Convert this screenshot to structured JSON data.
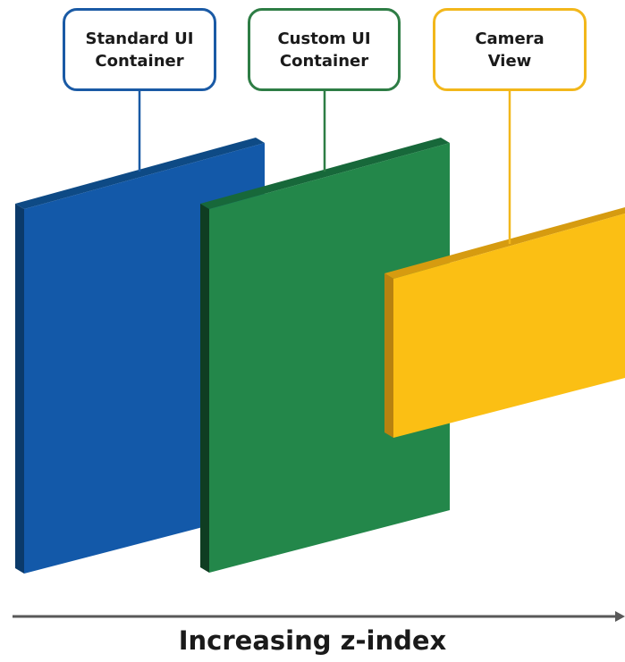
{
  "layers": [
    {
      "id": "standard",
      "label_line1": "Standard UI",
      "label_line2": "Container",
      "face_color": "#1359a9",
      "edge_color": "#0b3a6a",
      "top_color": "#0e4a85"
    },
    {
      "id": "custom",
      "label_line1": "Custom UI",
      "label_line2": "Container",
      "face_color": "#23874a",
      "edge_color": "#0f3d22",
      "top_color": "#17683a"
    },
    {
      "id": "camera",
      "label_line1": "Camera",
      "label_line2": "View",
      "face_color": "#fbbf14",
      "edge_color": "#b8820f",
      "top_color": "#d69b10"
    }
  ],
  "callout_colors": {
    "standard": "#1a5aa5",
    "custom": "#2e7d45",
    "camera": "#f2b71b"
  },
  "axis": {
    "label": "Increasing z-index",
    "color": "#595959"
  }
}
